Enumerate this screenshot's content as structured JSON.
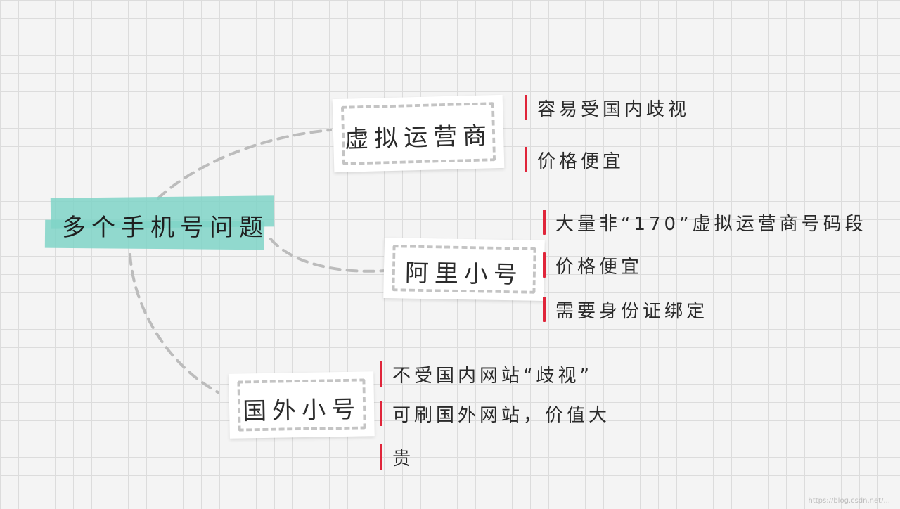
{
  "root": {
    "label": "多个手机号问题"
  },
  "branches": [
    {
      "label": "虚拟运营商",
      "leaves": [
        "容易受国内歧视",
        "价格便宜"
      ]
    },
    {
      "label": "阿里小号",
      "leaves": [
        "大量非“170”虚拟运营商号码段",
        "价格便宜",
        "需要身份证绑定"
      ]
    },
    {
      "label": "国外小号",
      "leaves": [
        "不受国内网站“歧视”",
        "可刷国外网站，价值大",
        "贵"
      ]
    }
  ],
  "colors": {
    "root_highlight": "#7fd3c7",
    "leaf_marker": "#e0253a",
    "connector": "#bcbcbc"
  },
  "watermark": "https://blog.csdn.net/..."
}
